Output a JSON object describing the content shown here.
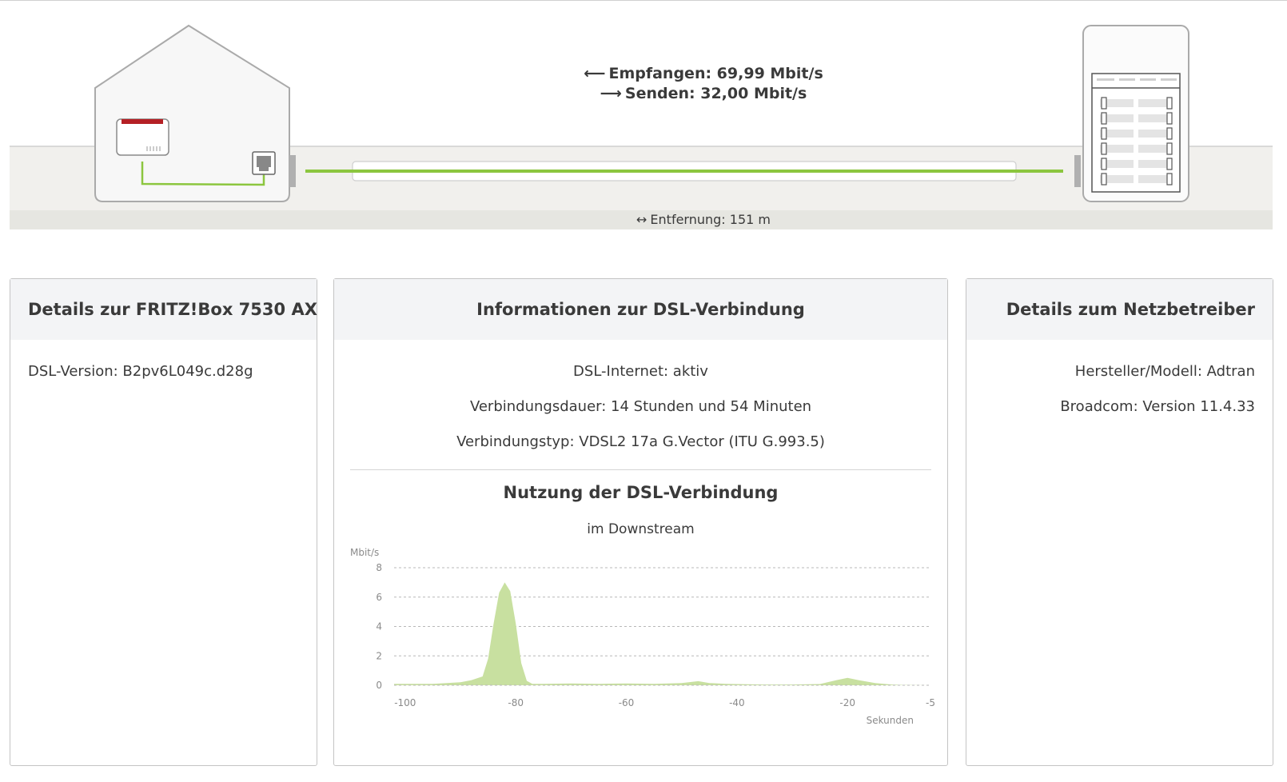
{
  "connection": {
    "downstream_label": "Empfangen: 69,99 Mbit/s",
    "upstream_label": "Senden: 32,00 Mbit/s",
    "distance_label": "Entfernung: 151 m",
    "line_color": "#8cc63f",
    "router_accent_color": "#b52025"
  },
  "panels": {
    "fritzbox": {
      "title": "Details zur FRITZ!Box 7530 AX",
      "rows": [
        "DSL-Version: B2pv6L049c.d28g"
      ]
    },
    "dsl": {
      "title": "Informationen zur DSL-Verbindung",
      "rows": [
        "DSL-Internet: aktiv",
        "Verbindungsdauer: 14 Stunden und 54 Minuten",
        "Verbindungstyp: VDSL2 17a G.Vector (ITU G.993.5)"
      ],
      "usage_title": "Nutzung der DSL-Verbindung",
      "usage_subtitle": "im Downstream"
    },
    "operator": {
      "title": "Details zum Netzbetreiber",
      "rows": [
        "Hersteller/Modell: Adtran",
        "Broadcom: Version 11.4.33"
      ]
    }
  },
  "chart_data": {
    "type": "area",
    "ylabel": "Mbit/s",
    "xlabel": "Sekunden",
    "xlim": [
      -102,
      -5
    ],
    "ylim": [
      0,
      8
    ],
    "yticks": [
      0,
      2,
      4,
      6,
      8
    ],
    "xtick_labels": [
      "-100",
      "-80",
      "-60",
      "-40",
      "-20",
      "-5"
    ],
    "xticks": [
      -100,
      -80,
      -60,
      -40,
      -20,
      -5
    ],
    "grid": "dashed-horizontal",
    "color": "#c8e0a0",
    "series": [
      {
        "x": [
          -102,
          -95,
          -90,
          -88,
          -86,
          -85,
          -84,
          -83,
          -82,
          -81,
          -80,
          -79,
          -78,
          -77,
          -75,
          -70,
          -65,
          -60,
          -55,
          -50,
          -47,
          -45,
          -42,
          -40,
          -35,
          -30,
          -25,
          -22,
          -20,
          -18,
          -15,
          -12,
          -10,
          -5
        ],
        "values": [
          0.1,
          0.1,
          0.2,
          0.35,
          0.6,
          1.8,
          4.2,
          6.3,
          7.0,
          6.4,
          4.2,
          1.5,
          0.3,
          0.1,
          0.1,
          0.12,
          0.1,
          0.12,
          0.1,
          0.15,
          0.28,
          0.15,
          0.1,
          0.08,
          0.05,
          0.05,
          0.08,
          0.35,
          0.5,
          0.35,
          0.15,
          0.05,
          0.02,
          0.0
        ]
      }
    ]
  }
}
